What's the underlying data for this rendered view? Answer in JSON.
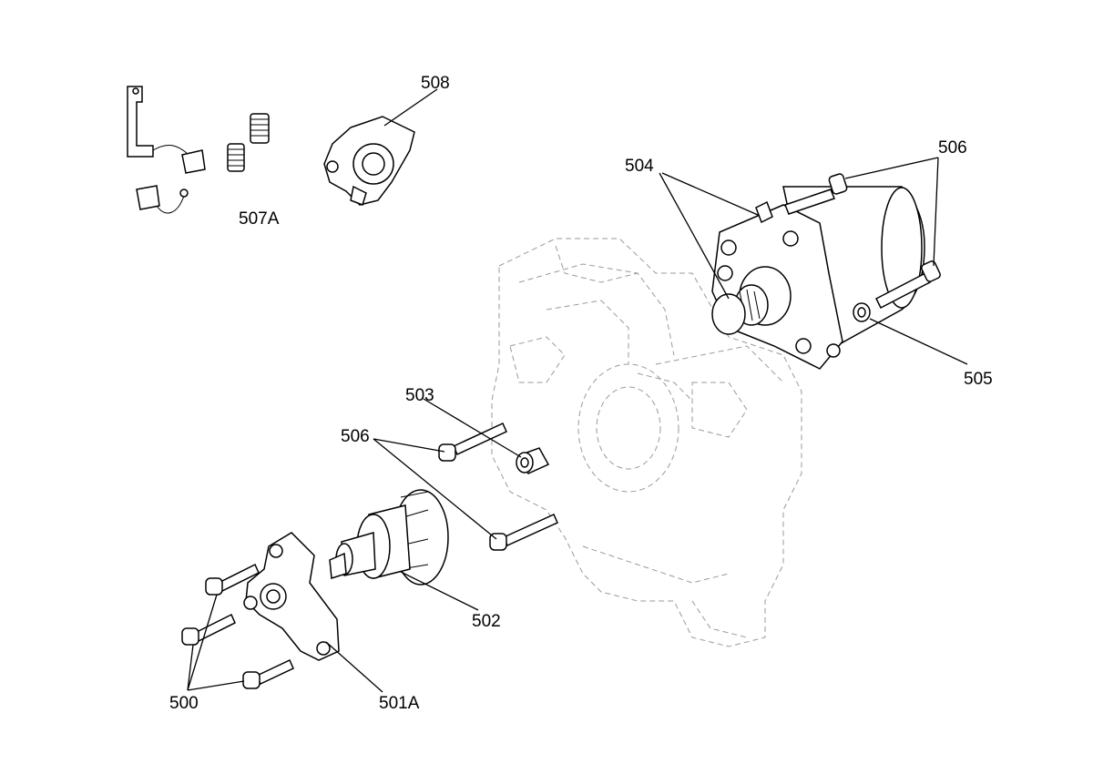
{
  "labels": {
    "l508": "508",
    "l507a": "507A",
    "l506_top": "506",
    "l504": "504",
    "l505": "505",
    "l503": "503",
    "l506_mid": "506",
    "l502": "502",
    "l500": "500",
    "l501a": "501A"
  }
}
